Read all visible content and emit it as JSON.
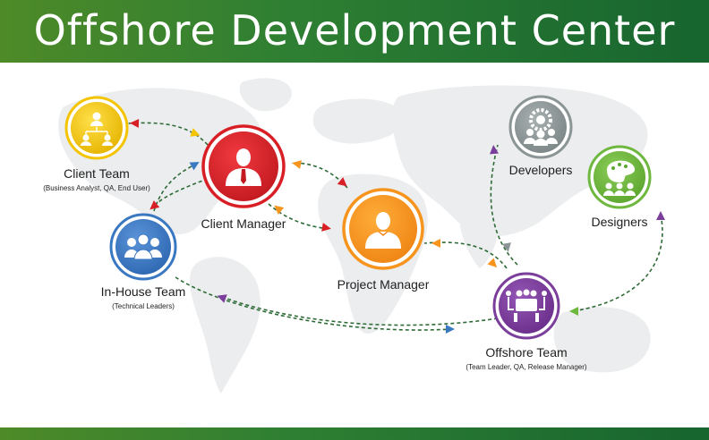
{
  "header": {
    "title": "Offshore Development Center"
  },
  "nodes": {
    "client_team": {
      "label": "Client Team",
      "sub": "(Business Analyst, QA, End User)",
      "color": "#f5c400",
      "icon": "team-hierarchy-icon"
    },
    "client_manager": {
      "label": "Client Manager",
      "color": "#d91f26",
      "icon": "business-person-icon"
    },
    "in_house_team": {
      "label": "In-House Team",
      "sub": "(Technical Leaders)",
      "color": "#3a78c2",
      "icon": "group-icon"
    },
    "project_manager": {
      "label": "Project Manager",
      "color": "#f7941d",
      "icon": "manager-icon"
    },
    "developers": {
      "label": "Developers",
      "color": "#8c9596",
      "icon": "gear-team-icon"
    },
    "designers": {
      "label": "Designers",
      "color": "#6fb83f",
      "icon": "palette-team-icon"
    },
    "offshore_team": {
      "label": "Offshore Team",
      "sub": "(Team Leader, QA, Release Manager)",
      "color": "#7b3f9b",
      "icon": "meeting-table-icon"
    }
  },
  "theme": {
    "header_green": "#2f7f33",
    "connector": "#2f6b37",
    "map": "#e9ebec"
  }
}
